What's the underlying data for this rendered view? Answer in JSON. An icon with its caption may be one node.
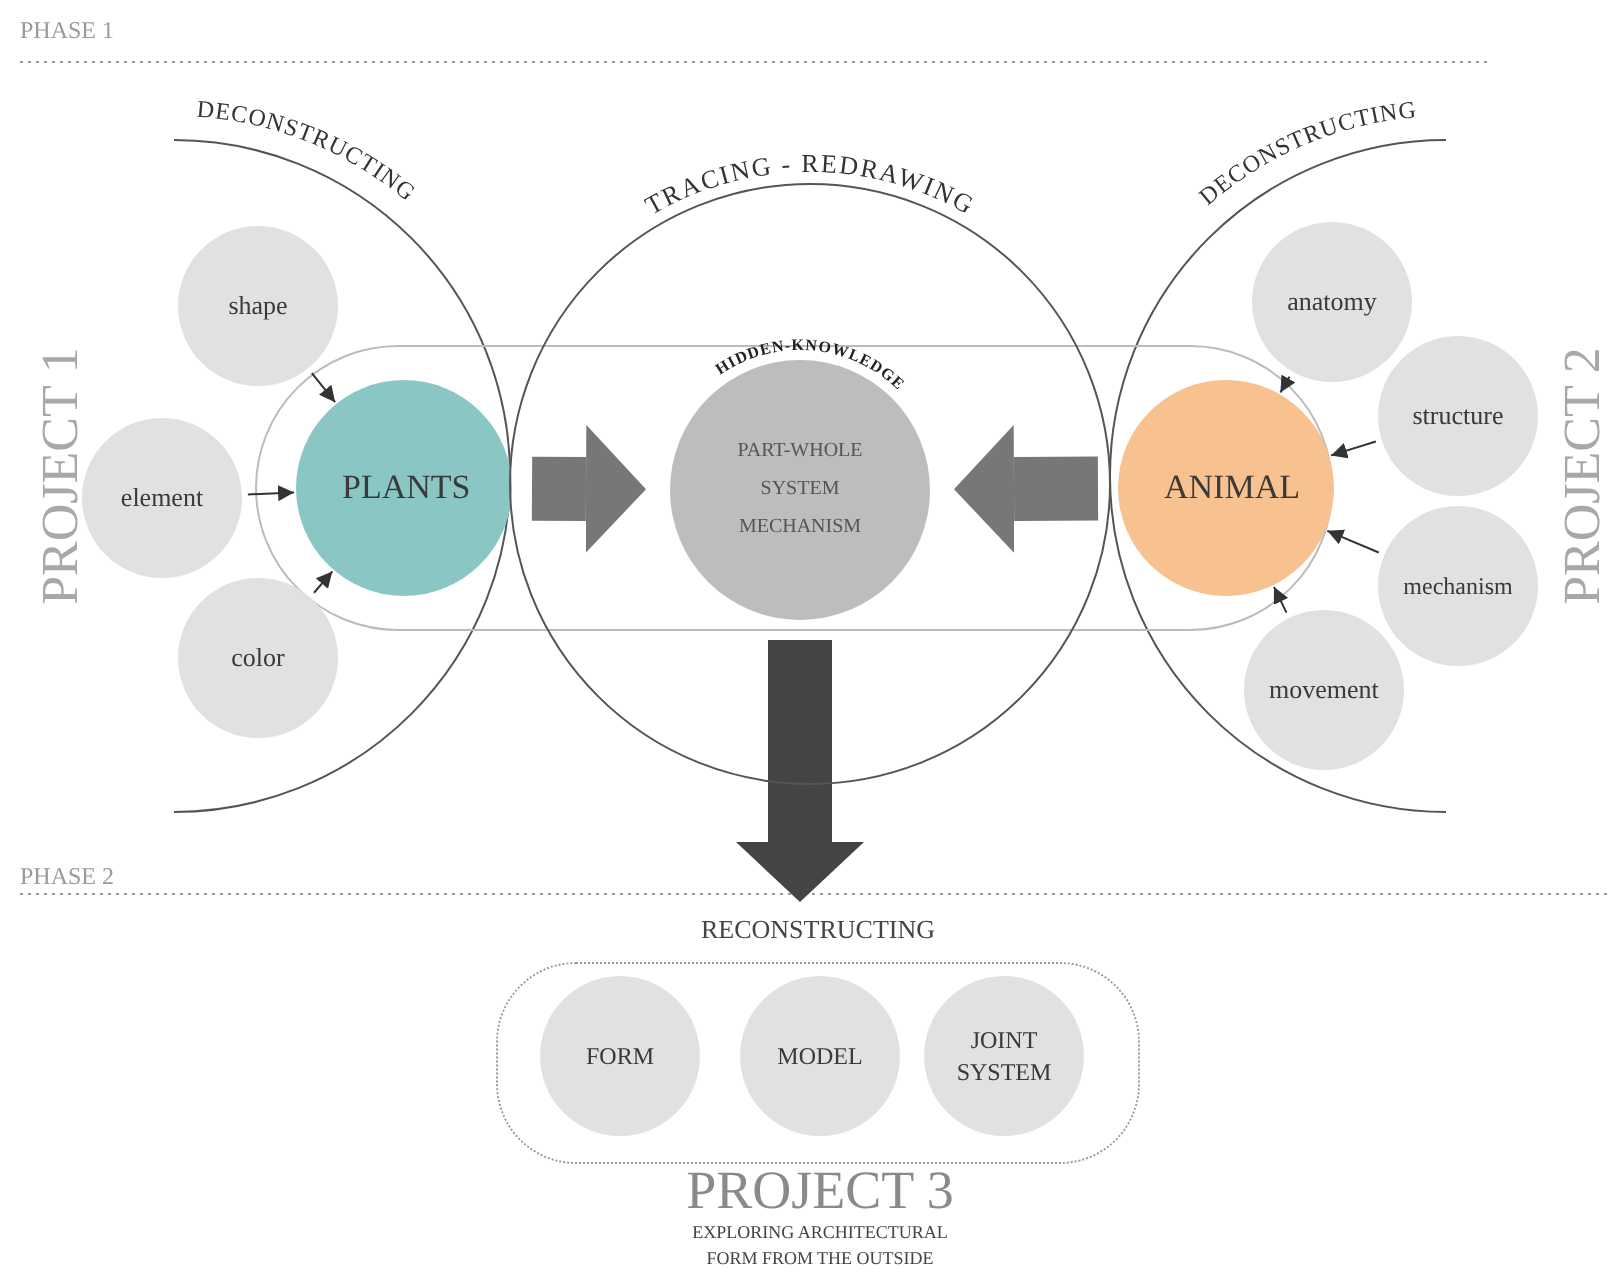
{
  "diagram": {
    "nodes": [
      {
        "text": [
          "shape"
        ]
      },
      {
        "text": [
          "element"
        ]
      },
      {
        "text": [
          "color"
        ]
      },
      {
        "text": [
          "PLANTS"
        ]
      },
      {
        "text": [
          "TRACING - REDRAWING"
        ]
      },
      {
        "text": [
          "HIDDEN-KNOWLEDGE",
          "PART-WHOLE",
          "SYSTEM",
          "MECHANISM"
        ],
        "in": 4
      },
      {
        "text": [
          "ANIMAL"
        ]
      },
      {
        "text": [
          "anatomy"
        ]
      },
      {
        "text": [
          "structure"
        ]
      },
      {
        "text": [
          "mechanism"
        ]
      },
      {
        "text": [
          "movement"
        ]
      },
      {
        "text": [
          "RECONSTRUCTING"
        ]
      },
      {
        "text": [
          "FORM"
        ],
        "in": 11
      },
      {
        "text": [
          "MODEL"
        ],
        "in": 11
      },
      {
        "text": [
          "JOINT SYSTEM"
        ],
        "in": 11
      }
    ],
    "edges": [
      {
        "from": 0,
        "to": 3,
        "arrow": "to"
      },
      {
        "from": 1,
        "to": 3,
        "arrow": "to"
      },
      {
        "from": 2,
        "to": 3,
        "arrow": "to"
      },
      {
        "from": 3,
        "to": 5,
        "arrow": "to",
        "style": "thick",
        "color": "#777777"
      },
      {
        "from": 6,
        "to": 5,
        "arrow": "to",
        "style": "thick",
        "color": "#777777"
      },
      {
        "from": 7,
        "to": 6,
        "arrow": "to"
      },
      {
        "from": 8,
        "to": 6,
        "arrow": "to"
      },
      {
        "from": 9,
        "to": 6,
        "arrow": "to"
      },
      {
        "from": 10,
        "to": 6,
        "arrow": "to"
      },
      {
        "from": 5,
        "to": 11,
        "arrow": "to",
        "style": "thick",
        "color": "#444444"
      }
    ],
    "labels": [
      "PHASE 1",
      "DECONSTRUCTING",
      "DECONSTRUCTING",
      "PROJECT 1",
      "PROJECT 2",
      "PHASE 2",
      "PROJECT 3",
      "EXPLORING ARCHITECTURAL FORM FROM THE OUTSIDE"
    ]
  }
}
